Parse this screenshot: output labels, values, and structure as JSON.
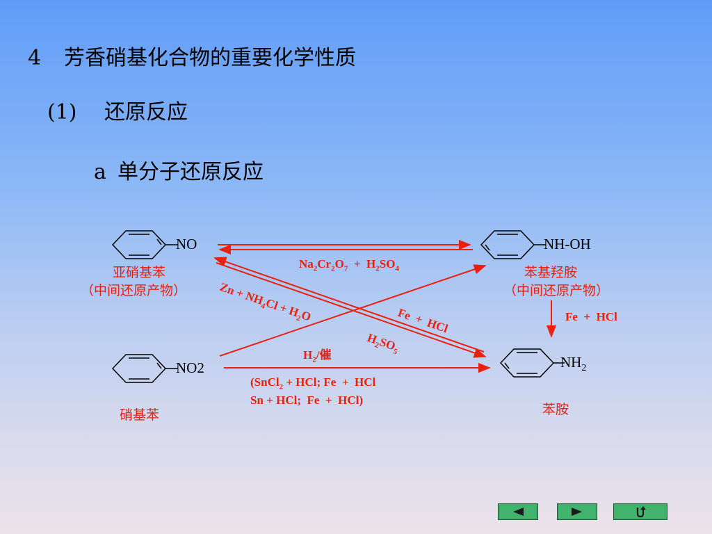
{
  "headings": {
    "h1_num": "4",
    "h1_text": "芳香硝基化合物的重要化学性质",
    "h2_num": "(1)",
    "h2_text": "还原反应",
    "h3_num": "a",
    "h3_text": "单分子还原反应"
  },
  "compounds": {
    "nitroso_group": "NO",
    "nitroso_name": "亚硝基苯",
    "nitroso_note": "（中间还原产物）",
    "hydroxyl_group": "NH-OH",
    "hydroxyl_name": "苯基羟胺",
    "hydroxyl_note": "（中间还原产物）",
    "nitro_group": "NO",
    "nitro_sub": "2",
    "nitro_name": "硝基苯",
    "amine_group": "NH",
    "amine_sub": "2",
    "amine_name": "苯胺"
  },
  "conditions": {
    "na2cr2o7": [
      "Na",
      "2",
      "Cr",
      "2",
      "O",
      "7",
      "  +  H",
      "2",
      "SO",
      "4"
    ],
    "zn": [
      "Zn + NH",
      "4",
      "Cl + H",
      "2",
      "O"
    ],
    "fe_hcl_diag": "Fe  +  HCl",
    "h2so5": [
      "H",
      "2",
      "SO",
      "5"
    ],
    "fe_hcl_down": "Fe  +  HCl",
    "h2_cat": [
      "H",
      "2",
      "/催"
    ],
    "reductants_line1": [
      "(SnCl",
      "2",
      " + HCl; Fe  +  HCl"
    ],
    "reductants_line2": "Sn + HCl;  Fe  +  HCl)"
  },
  "colors": {
    "accent": "#e8200e",
    "nav_green": "#3fae6a"
  },
  "nav": [
    {
      "icon": "prev-triangle-icon"
    },
    {
      "icon": "next-triangle-icon"
    },
    {
      "icon": "return-arrow-icon"
    }
  ]
}
